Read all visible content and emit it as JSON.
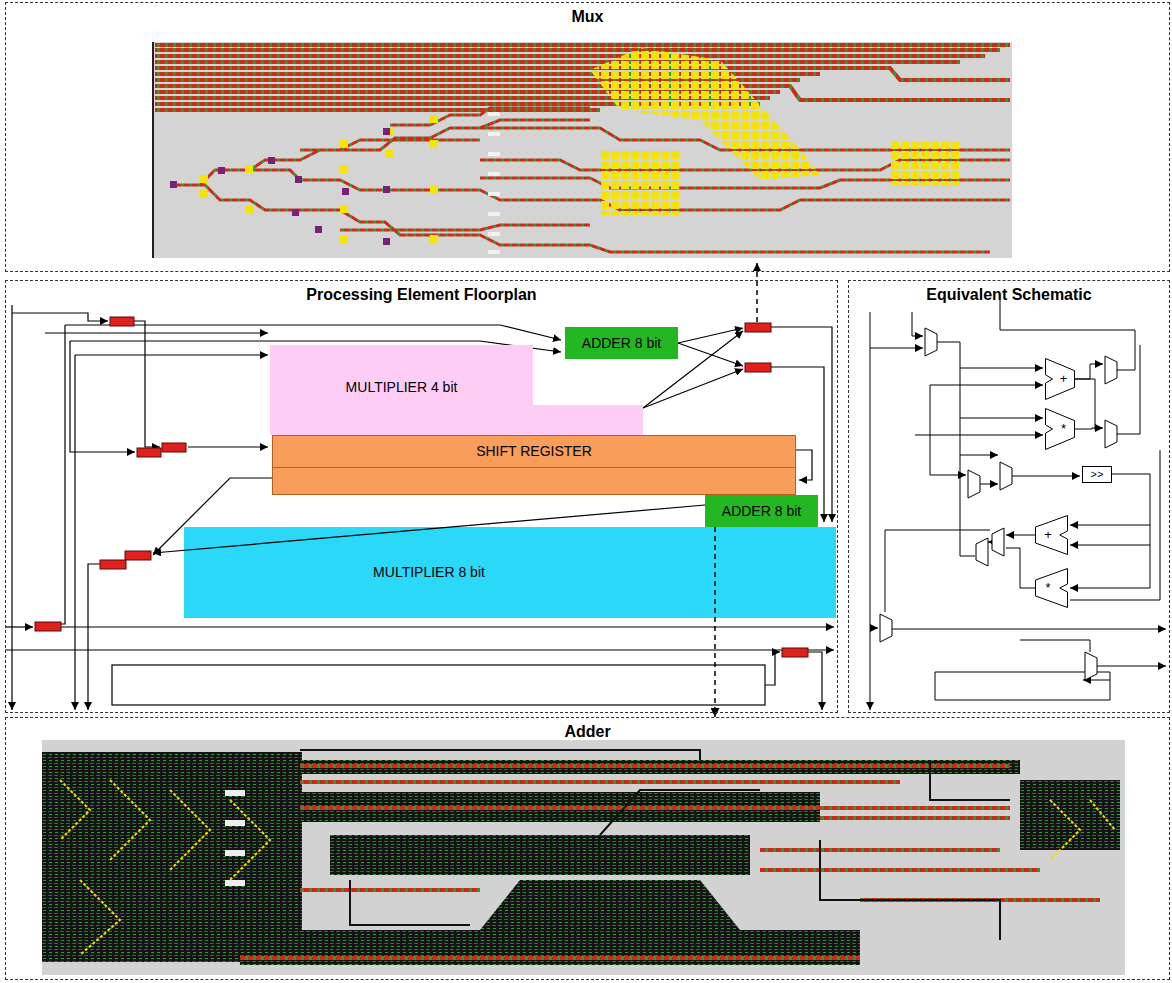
{
  "diagram": {
    "nodes": [
      {
        "text": [
          "Mux"
        ]
      },
      {
        "text": [
          "Processing Element Floorplan"
        ]
      },
      {
        "text": [
          "ADDER 8 bit"
        ],
        "in": 1
      },
      {
        "text": [
          "MULTIPLIER 4 bit"
        ],
        "in": 1
      },
      {
        "text": [
          "SHIFT REGISTER"
        ],
        "in": 1
      },
      {
        "text": [
          "ADDER 8 bit"
        ],
        "in": 1
      },
      {
        "text": [
          "MULTIPLIER 8 bit"
        ],
        "in": 1
      },
      {
        "text": [
          "Equivalent Schematic"
        ]
      },
      {
        "text": [
          "+"
        ],
        "in": 7
      },
      {
        "text": [
          "*"
        ],
        "in": 7
      },
      {
        "text": [
          ">>"
        ],
        "in": 7
      },
      {
        "text": [
          "+"
        ],
        "in": 7
      },
      {
        "text": [
          "*"
        ],
        "in": 7
      },
      {
        "text": [
          "Adder"
        ]
      }
    ],
    "edges": [
      {
        "from": 5,
        "to": 13,
        "arrow": "to"
      }
    ]
  }
}
